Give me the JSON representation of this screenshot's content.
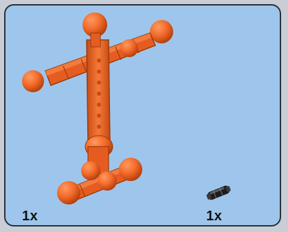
{
  "parts": [
    {
      "name": "orange-frame-assembly",
      "quantity_label": "1x"
    },
    {
      "name": "small-axle-connector",
      "quantity_label": "1x"
    }
  ],
  "colors": {
    "background": "#9ec6ec",
    "part_orange": "#f26a2a",
    "part_orange_dark": "#c84a12",
    "connector_black": "#1c1c1c",
    "border": "#2a2f36"
  }
}
